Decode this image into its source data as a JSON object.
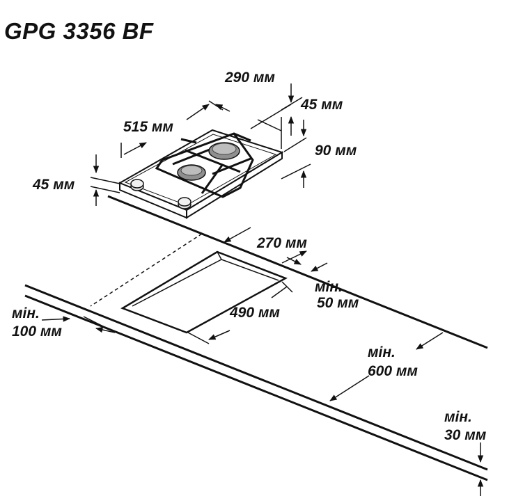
{
  "title": "GPG 3356 BF",
  "dimensions": {
    "hob_depth": "290 мм",
    "hob_width": "515 мм",
    "rear_height": "45 мм",
    "front_height": "45 мм",
    "height_90": "90 мм",
    "cutout_depth": "270 мм",
    "cutout_width": "490 мм",
    "min_back": [
      "мін.",
      "50 мм"
    ],
    "min_side": [
      "мін.",
      "100 мм"
    ],
    "min_wall_cabinet": [
      "мін.",
      "600 мм"
    ],
    "min_worktop": [
      "мін.",
      "30 мм"
    ]
  },
  "colors": {
    "line": "#111111",
    "burner": "#a8a8a8",
    "knob": "#d6d6d6"
  }
}
